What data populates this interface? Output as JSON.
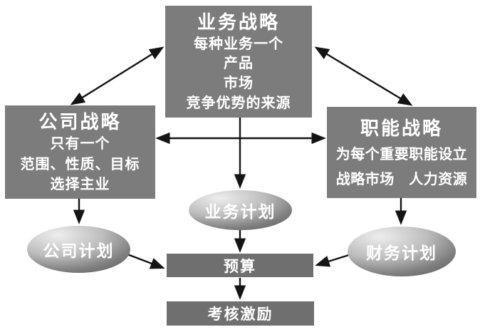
{
  "diagram": {
    "top_box": {
      "title": "业务战略",
      "lines": [
        "每种业务一个",
        "产品",
        "市场",
        "竞争优势的来源"
      ]
    },
    "left_box": {
      "title": "公司战略",
      "lines": [
        "只有一个",
        "范围、性质、目标",
        "选择主业"
      ]
    },
    "right_box": {
      "title": "职能战略",
      "lines": [
        "为每个重要职能设立",
        "战略市场　人力资源"
      ]
    },
    "ellipses": {
      "left": "公司计划",
      "center": "业务计划",
      "right": "财务计划"
    },
    "budget_box": "预算",
    "assessment_box": "考核激励",
    "colors": {
      "box_gray": "#7c7c7c",
      "bar_gray": "#6f6f6f",
      "ellipse_light": "#eeeeee",
      "ellipse_dark": "#4d4d4d",
      "arrow_black": "#141414",
      "text_white": "#ffffff",
      "background": "#ffffff"
    }
  }
}
